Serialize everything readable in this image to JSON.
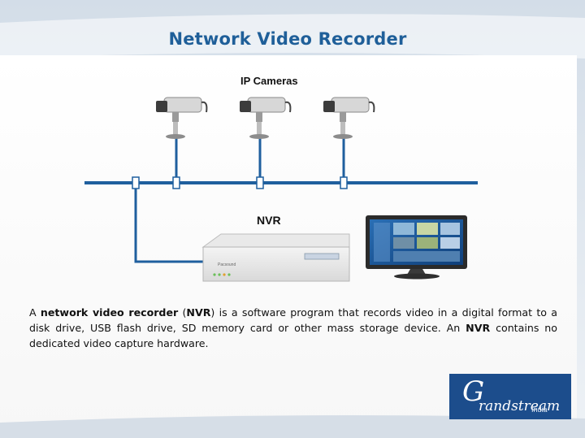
{
  "slide": {
    "title": "Network Video Recorder"
  },
  "diagram": {
    "cameras_label": "IP Cameras",
    "nvr_label": "NVR",
    "nvr_brand": "Pacsound",
    "colors": {
      "title": "#1f5f99",
      "network_line": "#1f5f9e",
      "logo_bg": "#1c4d8c"
    }
  },
  "paragraph": {
    "t1": "A ",
    "b1": "network video recorder",
    "t2": " (",
    "b2": "NVR",
    "t3": ") is a software program that records video in a digital format to a disk drive, USB flash drive, SD memory card or other mass storage device. An ",
    "b3": "NVR",
    "t4": " contains no dedicated video capture hardware."
  },
  "logo": {
    "script_letter": "G",
    "wordmark": "randstream",
    "tagline": "India"
  }
}
